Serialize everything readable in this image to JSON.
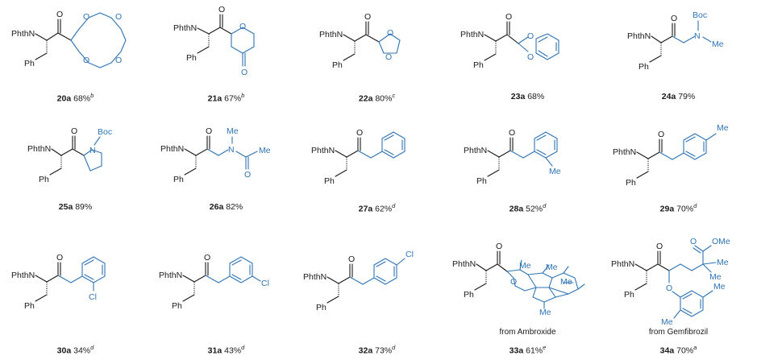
{
  "compounds": [
    {
      "id": "20a",
      "yield": "68%",
      "note": "b",
      "origin": ""
    },
    {
      "id": "21a",
      "yield": "67%",
      "note": "b",
      "origin": ""
    },
    {
      "id": "22a",
      "yield": "80%",
      "note": "c",
      "origin": ""
    },
    {
      "id": "23a",
      "yield": "68%",
      "note": "",
      "origin": ""
    },
    {
      "id": "24a",
      "yield": "79%",
      "note": "",
      "origin": ""
    },
    {
      "id": "25a",
      "yield": "89%",
      "note": "",
      "origin": ""
    },
    {
      "id": "26a",
      "yield": "82%",
      "note": "",
      "origin": ""
    },
    {
      "id": "27a",
      "yield": "62%",
      "note": "d",
      "origin": ""
    },
    {
      "id": "28a",
      "yield": "52%",
      "note": "d",
      "origin": ""
    },
    {
      "id": "29a",
      "yield": "70%",
      "note": "d",
      "origin": ""
    },
    {
      "id": "30a",
      "yield": "34%",
      "note": "d",
      "origin": ""
    },
    {
      "id": "31a",
      "yield": "43%",
      "note": "d",
      "origin": ""
    },
    {
      "id": "32a",
      "yield": "73%",
      "note": "d",
      "origin": ""
    },
    {
      "id": "33a",
      "yield": "61%",
      "note": "e",
      "origin": "from Ambroxide"
    },
    {
      "id": "34a",
      "yield": "70%",
      "note": "a",
      "origin": "from Gemfibrozil"
    }
  ],
  "atom_labels": {
    "phthn": "PhthN",
    "ph": "Ph",
    "o": "O",
    "n": "N",
    "boc": "Boc",
    "me": "Me",
    "cl": "Cl",
    "ome": "OMe"
  }
}
